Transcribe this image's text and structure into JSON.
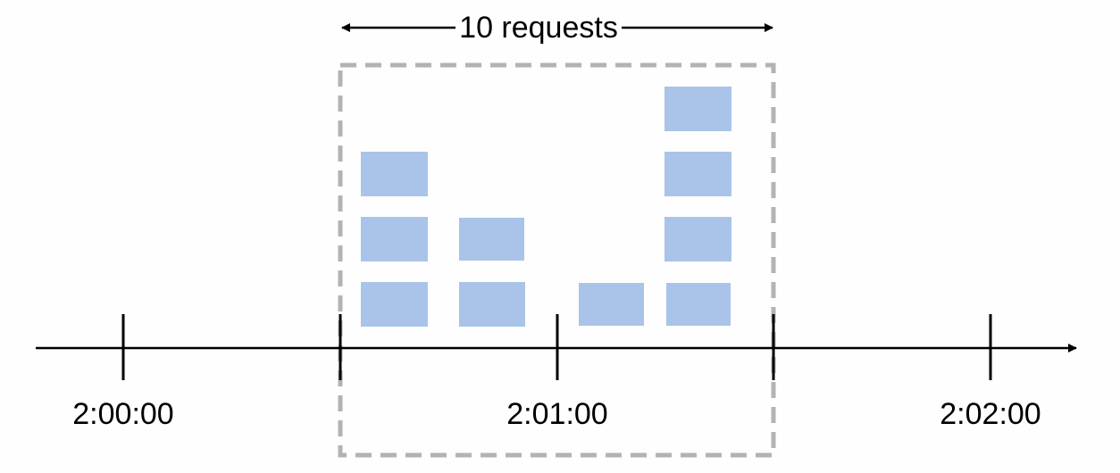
{
  "window_label": "10 requests",
  "timeline": {
    "ticks": [
      "2:00:00",
      "",
      "2:01:00",
      "",
      "2:02:00"
    ]
  },
  "colors": {
    "request_block": "#a9c4e8",
    "window_border": "#b3b3b3",
    "axis": "#000000"
  },
  "request_stacks": [
    3,
    2,
    1,
    4
  ]
}
